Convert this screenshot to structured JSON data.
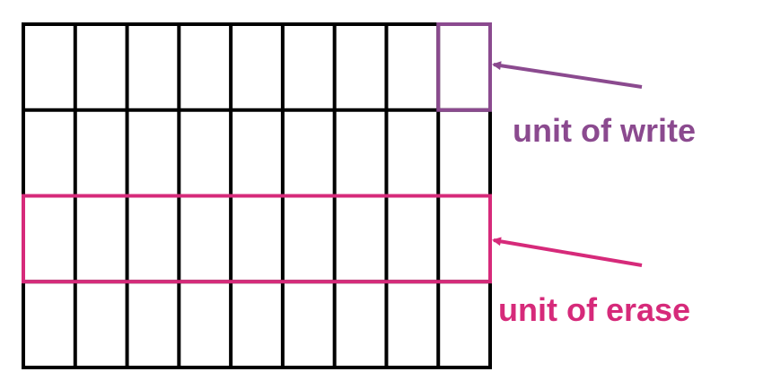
{
  "grid": {
    "rows": 4,
    "columns": 9
  },
  "callouts": {
    "write": {
      "label": "unit of write",
      "color": "#8B4A8F",
      "row": 1,
      "column": 9
    },
    "erase": {
      "label": "unit of erase",
      "color": "#D62A7A",
      "row": 3
    }
  },
  "colors": {
    "grid_line": "#000000",
    "background": "#ffffff"
  }
}
